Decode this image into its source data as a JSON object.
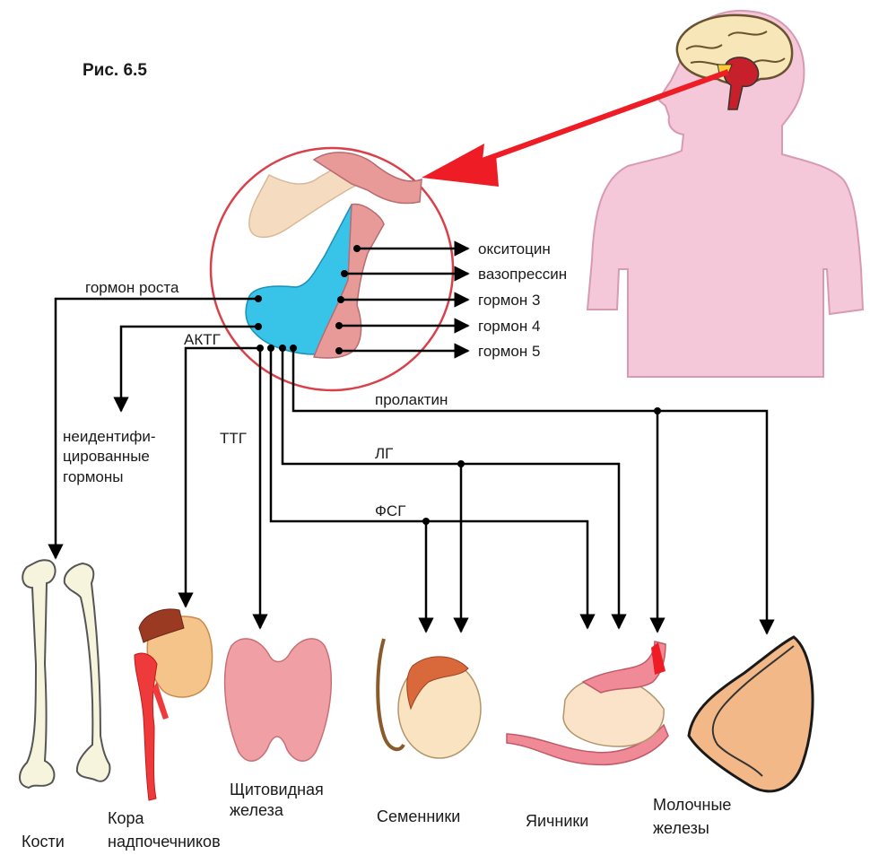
{
  "figure_label": "Рис. 6.5",
  "posterior_hormones": [
    "окситоцин",
    "вазопрессин",
    "гормон 3",
    "гормон 4",
    "гормон 5"
  ],
  "anterior_hormones": {
    "growth": "гормон роста",
    "acth": "АКТГ",
    "tsh": "ТТГ",
    "prolactin": "пролактин",
    "lh": "ЛГ",
    "fsh": "ФСГ"
  },
  "unidentified": [
    "неидентифи-",
    "цированные",
    "гормоны"
  ],
  "organs": {
    "bones": "Кости",
    "adrenal": [
      "Кора",
      "надпочечников"
    ],
    "thyroid": [
      "Щитовидная",
      "железа"
    ],
    "testes": "Семенники",
    "ovaries": "Яичники",
    "mammary": [
      "Молочные",
      "железы"
    ]
  },
  "colors": {
    "body": "#f4c8d8",
    "arrow_red": "#ee1c25",
    "circle": "#d9414a",
    "anterior": "#38c3e8",
    "posterior": "#e89a98",
    "line": "#000000"
  }
}
